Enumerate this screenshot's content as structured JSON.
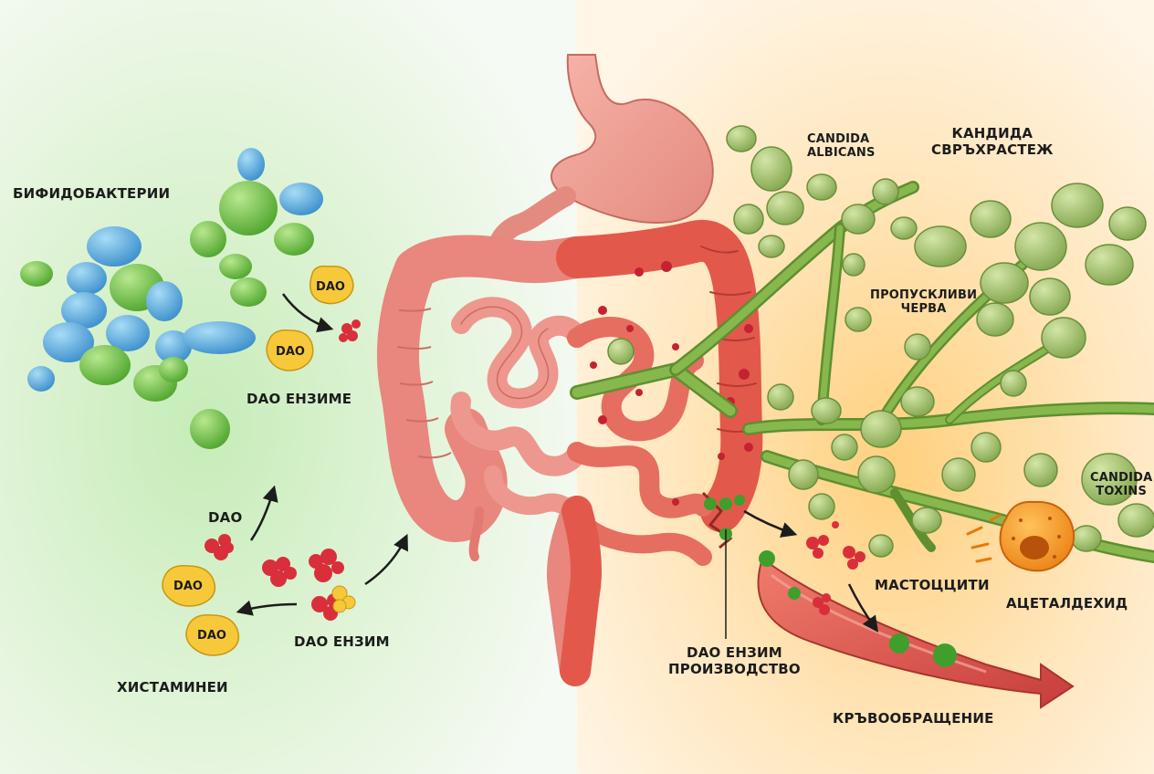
{
  "labels": {
    "bifidobacteria": "БИФИДОБАКТЕРИИ",
    "dao_enzymes": "DAO ЕНЗИМЕ",
    "dao_single": "DAO",
    "dao_enzyme": "DAO ЕНЗИМ",
    "histamines": "ХИСТАМИНЕИ",
    "candida_albicans_1": "CANDIDA",
    "candida_albicans_2": "ALBICANS",
    "candida_overgrowth_1": "КАНДИДА",
    "candida_overgrowth_2": "СВРЪХРАСТЕЖ",
    "leaky_gut_1": "ПРОПУСКЛИВИ",
    "leaky_gut_2": "ЧЕРВА",
    "candida_toxins_1": "CANDIDA",
    "candida_toxins_2": "TOXINS",
    "mast_cells": "МАСТОЦЦИТИ",
    "acetaldehyde": "АЦЕТАЛДЕХИД",
    "dao_production_1": "DAO ЕНЗИМ",
    "dao_production_2": "ПРОИЗВОДСТВО",
    "bloodstream": "КРЪВООБРАЩЕНИЕ"
  },
  "dao_badge_text": "DAO",
  "colors": {
    "healthy_bg": "#dff3d6",
    "candida_bg": "#ffe6b8",
    "bifido_green": "#6cc04a",
    "bifido_blue": "#5aaee0",
    "dao_yellow": "#f7c93a",
    "histamine_red": "#d92f3a",
    "intestine_pink": "#eb8d86",
    "inflamed_red": "#e0584a",
    "candida_green": "#98bd62",
    "mast_cell_orange": "#f39a2c",
    "blood_vessel": "#d9504a"
  }
}
